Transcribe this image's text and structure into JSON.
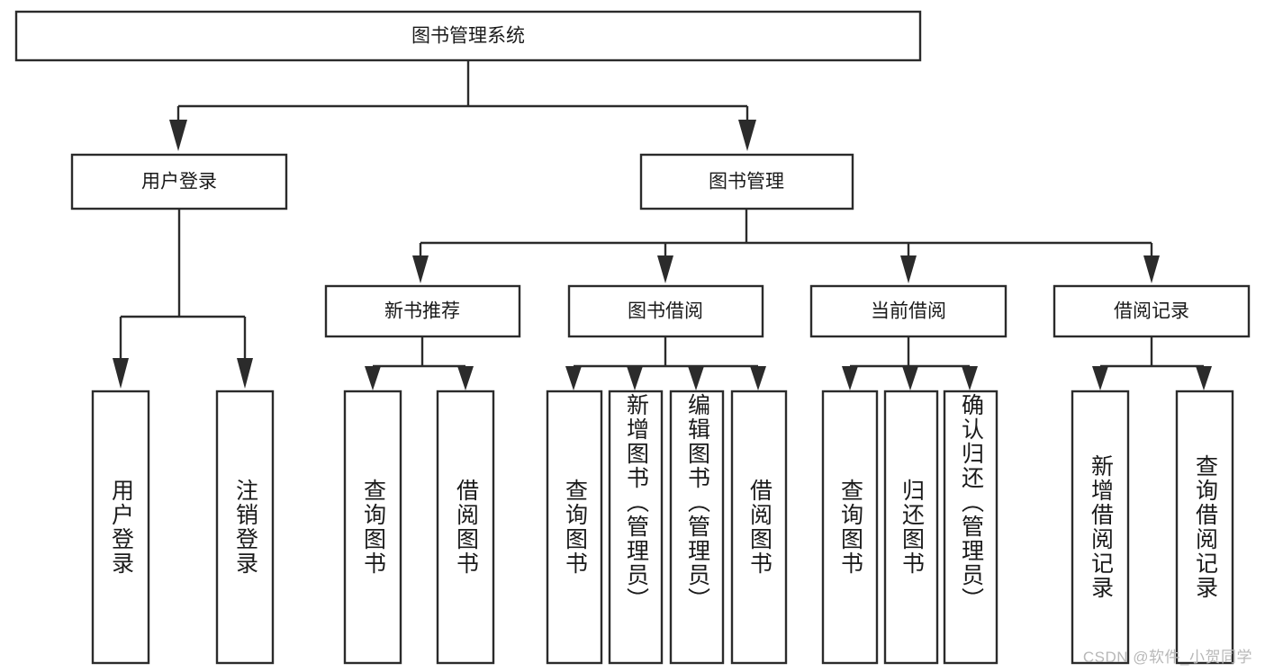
{
  "diagram": {
    "type": "tree-hierarchy",
    "orientation": "top-down",
    "root": {
      "label": "图书管理系统",
      "level": 1
    },
    "level2": [
      {
        "label": "用户登录"
      },
      {
        "label": "图书管理"
      }
    ],
    "level3": [
      {
        "label": "新书推荐"
      },
      {
        "label": "图书借阅"
      },
      {
        "label": "当前借阅"
      },
      {
        "label": "借阅记录"
      }
    ],
    "leaves": {
      "user_login": [
        {
          "label": "用户登录"
        },
        {
          "label": "注销登录"
        }
      ],
      "new_book_recommend": [
        {
          "label": "查询图书"
        },
        {
          "label": "借阅图书"
        }
      ],
      "book_borrow": [
        {
          "label": "查询图书"
        },
        {
          "label": "新增图书（管理员）"
        },
        {
          "label": "编辑图书（管理员）"
        },
        {
          "label": "借阅图书"
        }
      ],
      "current_borrow": [
        {
          "label": "查询图书"
        },
        {
          "label": "归还图书"
        },
        {
          "label": "确认归还（管理员）"
        }
      ],
      "borrow_record": [
        {
          "label": "新增借阅记录"
        },
        {
          "label": "查询借阅记录"
        }
      ]
    }
  },
  "watermark": {
    "text": "CSDN @软件_小贺同学"
  },
  "colors": {
    "stroke": "#2b2b2b",
    "fill": "#ffffff",
    "text": "#1a1a1a",
    "watermark": "#b8b8b8"
  }
}
